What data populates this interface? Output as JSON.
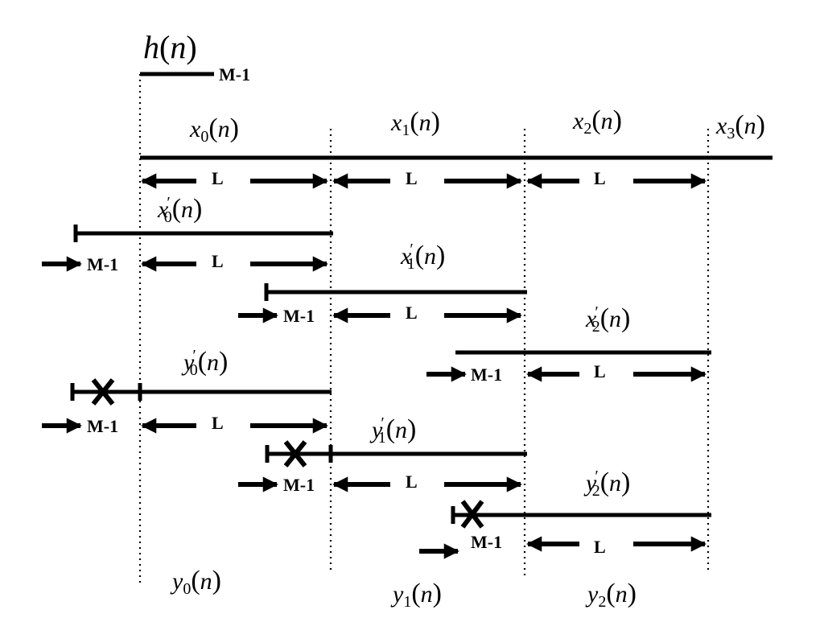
{
  "labels": {
    "block_length": "L",
    "overlap": "M-1",
    "impulse_response": "h(n)",
    "inputs": [
      "x0(n)",
      "x1(n)",
      "x2(n)",
      "x3(n)"
    ],
    "padded_inputs": [
      "x'0(n)",
      "x'1(n)",
      "x'2(n)"
    ],
    "partial_outputs": [
      "y'0(n)",
      "y'1(n)",
      "y'2(n)"
    ],
    "outputs": [
      "y0(n)",
      "y1(n)",
      "y2(n)"
    ]
  },
  "colors": {
    "ink": "#000000",
    "background": "#ffffff"
  }
}
